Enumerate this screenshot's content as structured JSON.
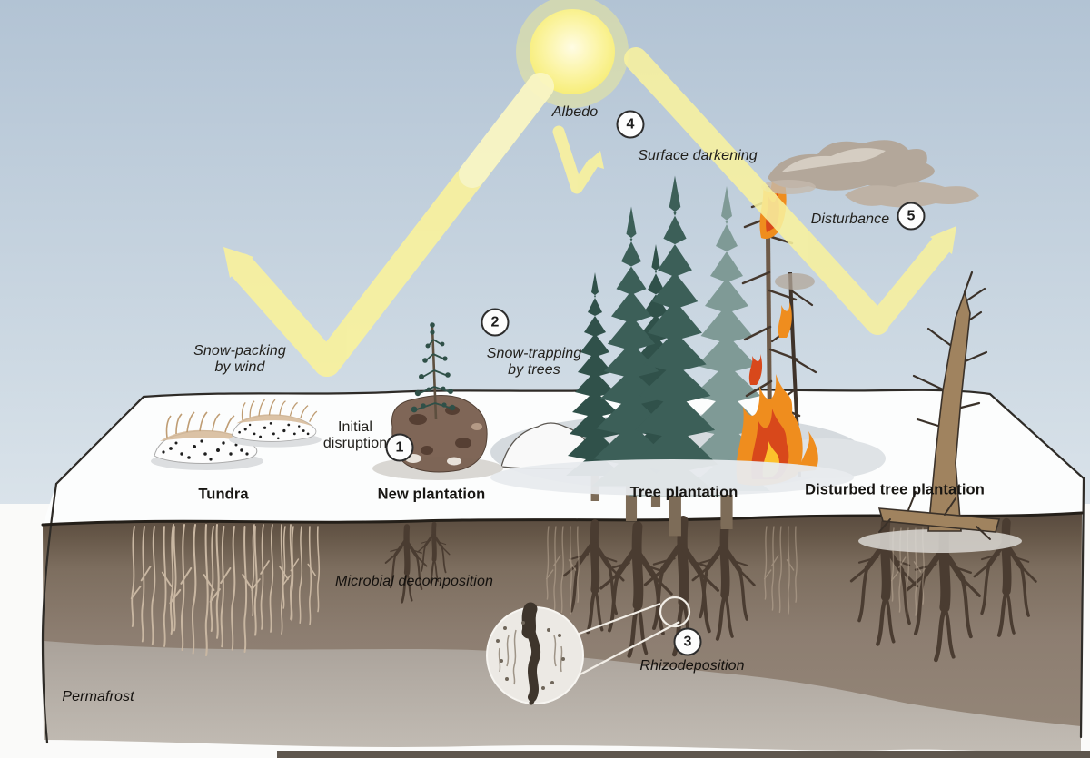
{
  "figure": {
    "type": "scientific-diagram",
    "topic": "Tree plantation effects on tundra snow, albedo and permafrost",
    "labels": {
      "albedo": "Albedo",
      "surface_darkening": "Surface darkening",
      "disturbance": "Disturbance",
      "snow_packing_1": "Snow-packing",
      "snow_packing_2": "by wind",
      "snow_trapping_1": "Snow-trapping",
      "snow_trapping_2": "by trees",
      "initial_disruption_1": "Initial",
      "initial_disruption_2": "disruption",
      "microbial_decomposition": "Microbial decomposition",
      "rhizodeposition": "Rhizodeposition",
      "permafrost": "Permafrost"
    },
    "zones": {
      "tundra": "Tundra",
      "new_plantation": "New plantation",
      "tree_plantation": "Tree plantation",
      "disturbed_tree_plantation": "Disturbed tree plantation"
    },
    "markers": {
      "m1": "1",
      "m2": "2",
      "m3": "3",
      "m4": "4",
      "m5": "5"
    },
    "colors": {
      "sky_top": "#b2c3d4",
      "sky_bottom": "#dae3ea",
      "sun": "#f8ef75",
      "ray": "#f8f19e",
      "snow": "#fcfdfd",
      "soil_dark": "#5f5144",
      "soil": "#8f8072",
      "permafrost": "#b7b0a8",
      "tree": "#3c5f58",
      "tree_dark": "#30514a",
      "tree_snowy": "#7f9a96",
      "fire_orange": "#ef8d1e",
      "fire_red": "#d8481b",
      "fire_yellow": "#fcc12c",
      "smoke": "#b3a79a",
      "dead_tree": "#a0835f",
      "root_dark": "#4a3c31",
      "root_light": "#c9b7a2"
    }
  }
}
